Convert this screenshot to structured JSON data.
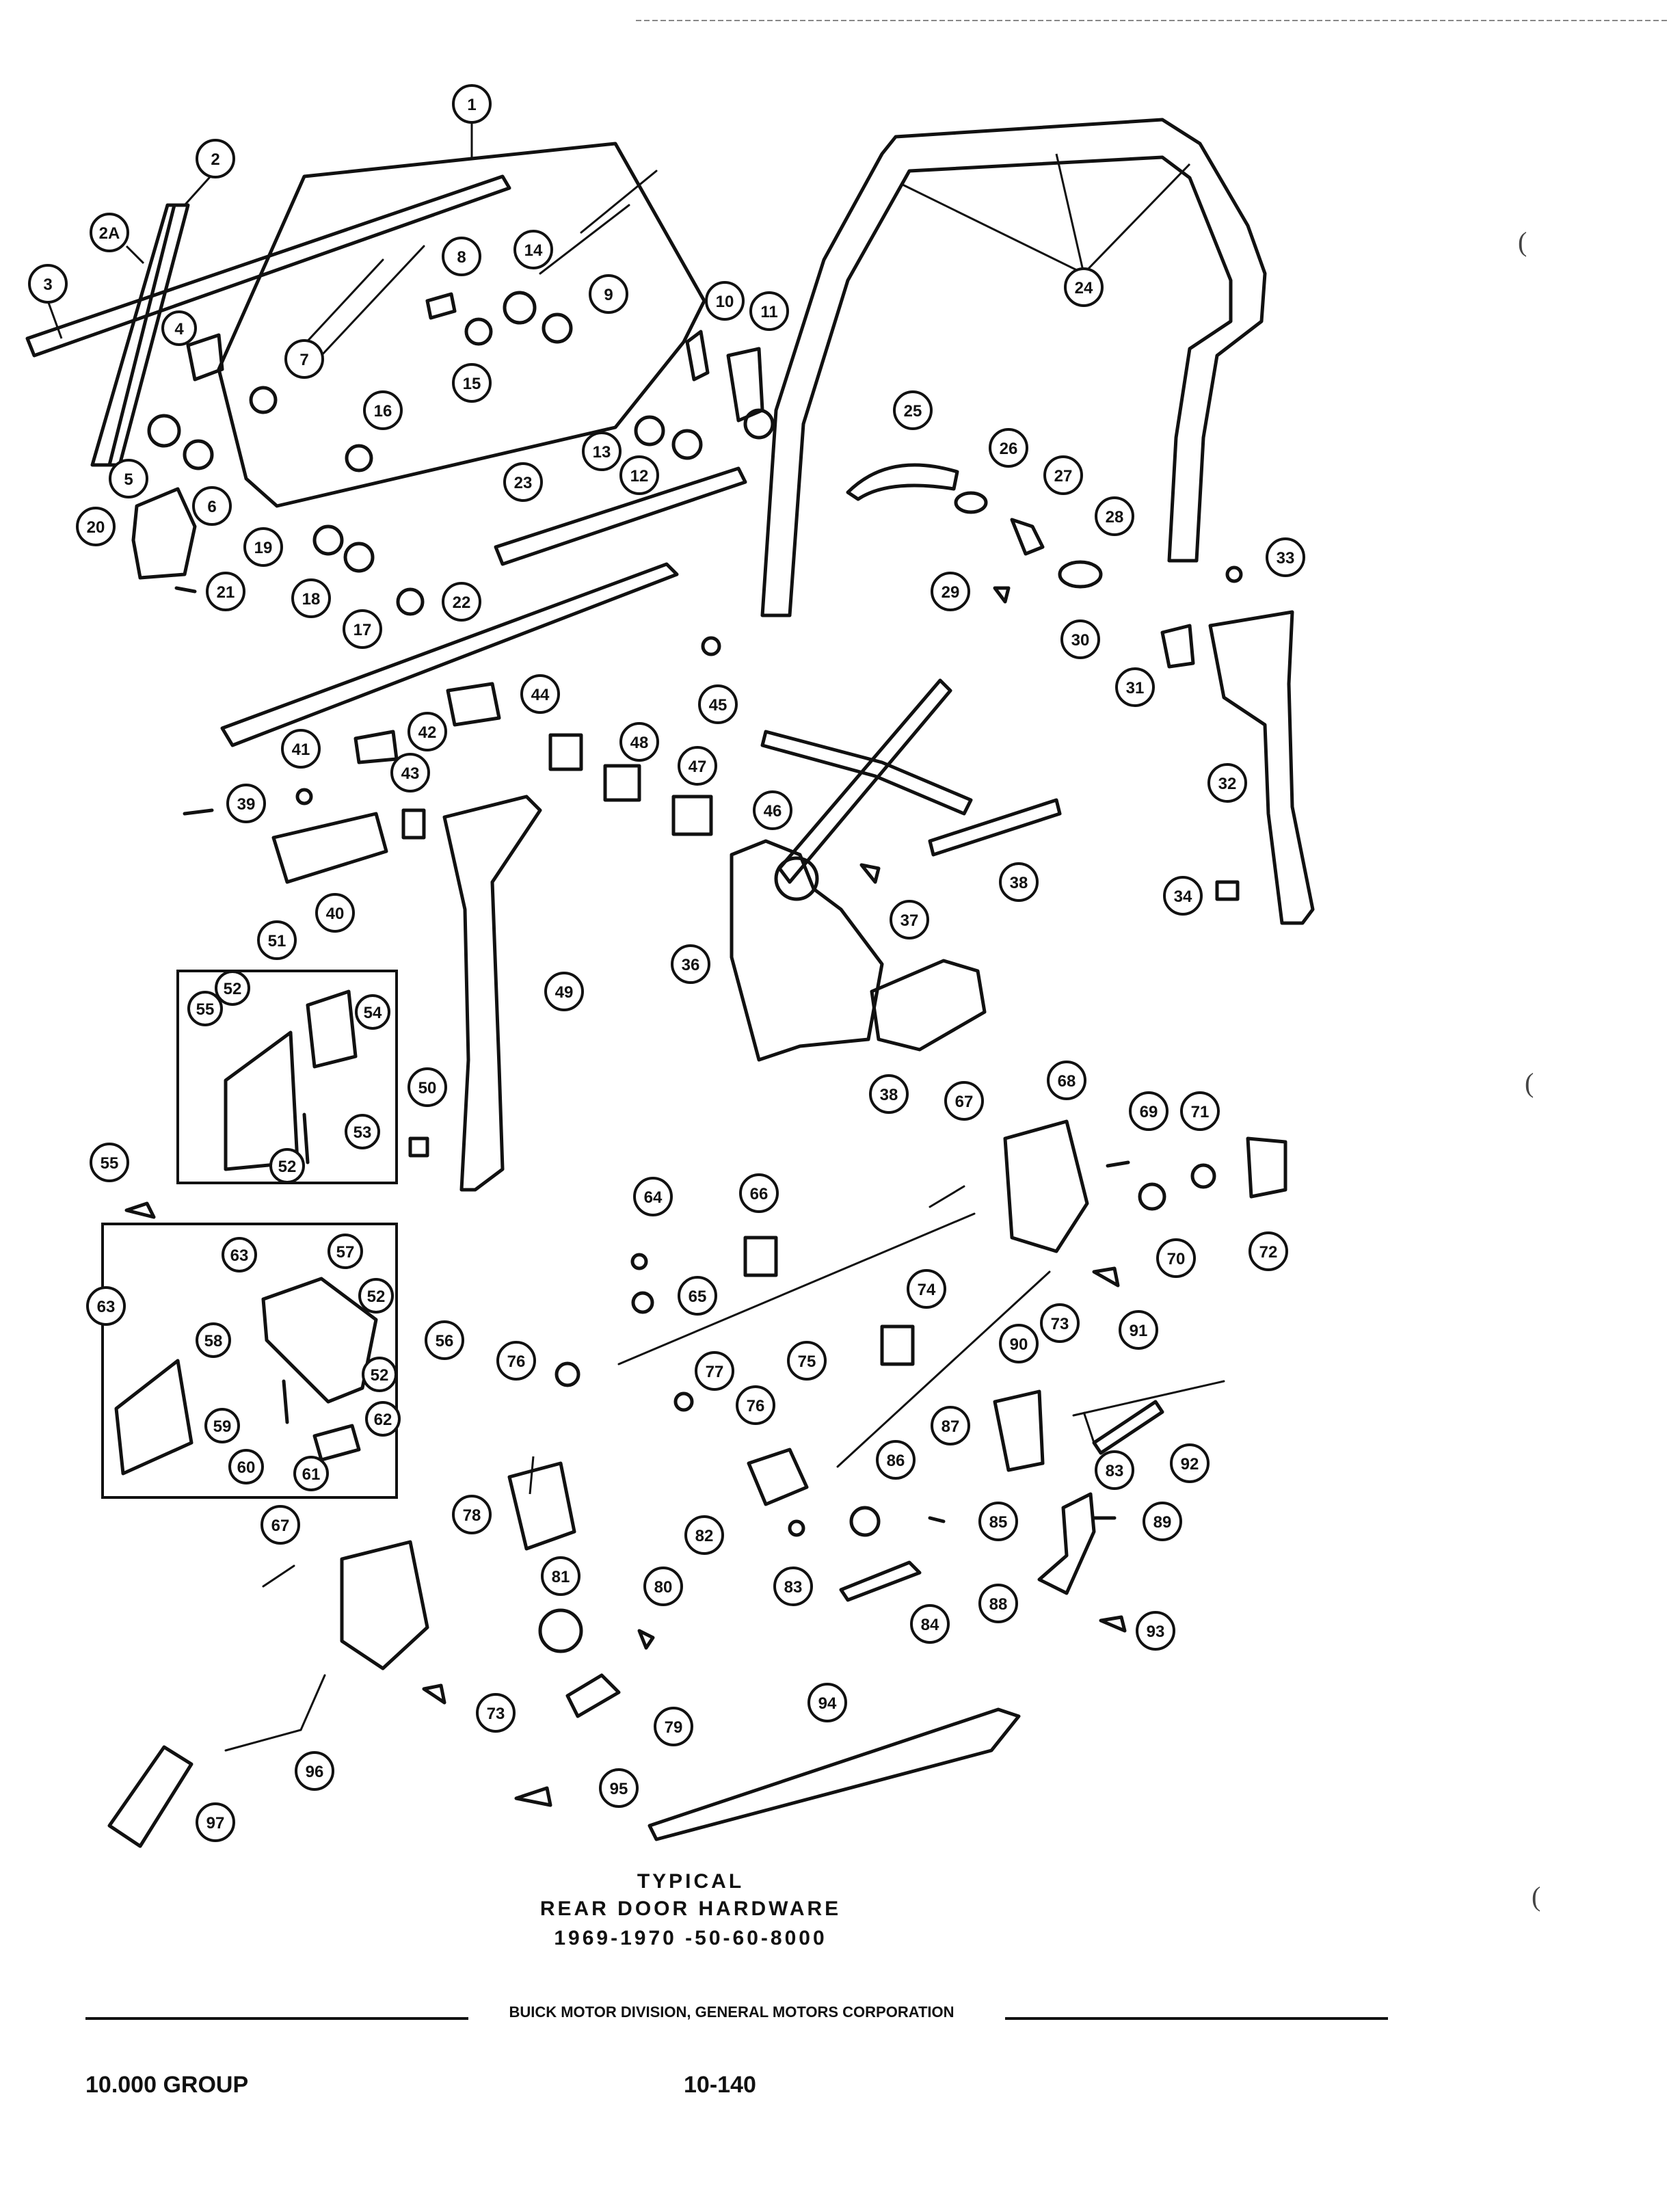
{
  "caption": {
    "line1": "TYPICAL",
    "line2": "REAR DOOR HARDWARE",
    "line3": "1969-1970 -50-60-8000"
  },
  "footer": {
    "division": "BUICK MOTOR DIVISION, GENERAL MOTORS CORPORATION",
    "group": "10.000 GROUP",
    "page": "10-140"
  },
  "callouts": [
    "1",
    "2",
    "2A",
    "3",
    "4",
    "5",
    "6",
    "7",
    "8",
    "9",
    "10",
    "11",
    "12",
    "13",
    "14",
    "15",
    "16",
    "17",
    "18",
    "19",
    "20",
    "21",
    "22",
    "23",
    "24",
    "25",
    "26",
    "27",
    "28",
    "29",
    "30",
    "31",
    "32",
    "33",
    "34",
    "36",
    "37",
    "38",
    "39",
    "40",
    "41",
    "42",
    "43",
    "44",
    "45",
    "46",
    "47",
    "48",
    "49",
    "50",
    "51",
    "52",
    "53",
    "54",
    "55",
    "56",
    "57",
    "58",
    "59",
    "60",
    "61",
    "62",
    "63",
    "64",
    "65",
    "66",
    "67",
    "68",
    "69",
    "70",
    "71",
    "72",
    "73",
    "74",
    "75",
    "76",
    "77",
    "78",
    "79",
    "80",
    "81",
    "82",
    "83",
    "84",
    "85",
    "86",
    "87",
    "88",
    "89",
    "90",
    "91",
    "92",
    "93",
    "94",
    "95",
    "96",
    "97"
  ]
}
